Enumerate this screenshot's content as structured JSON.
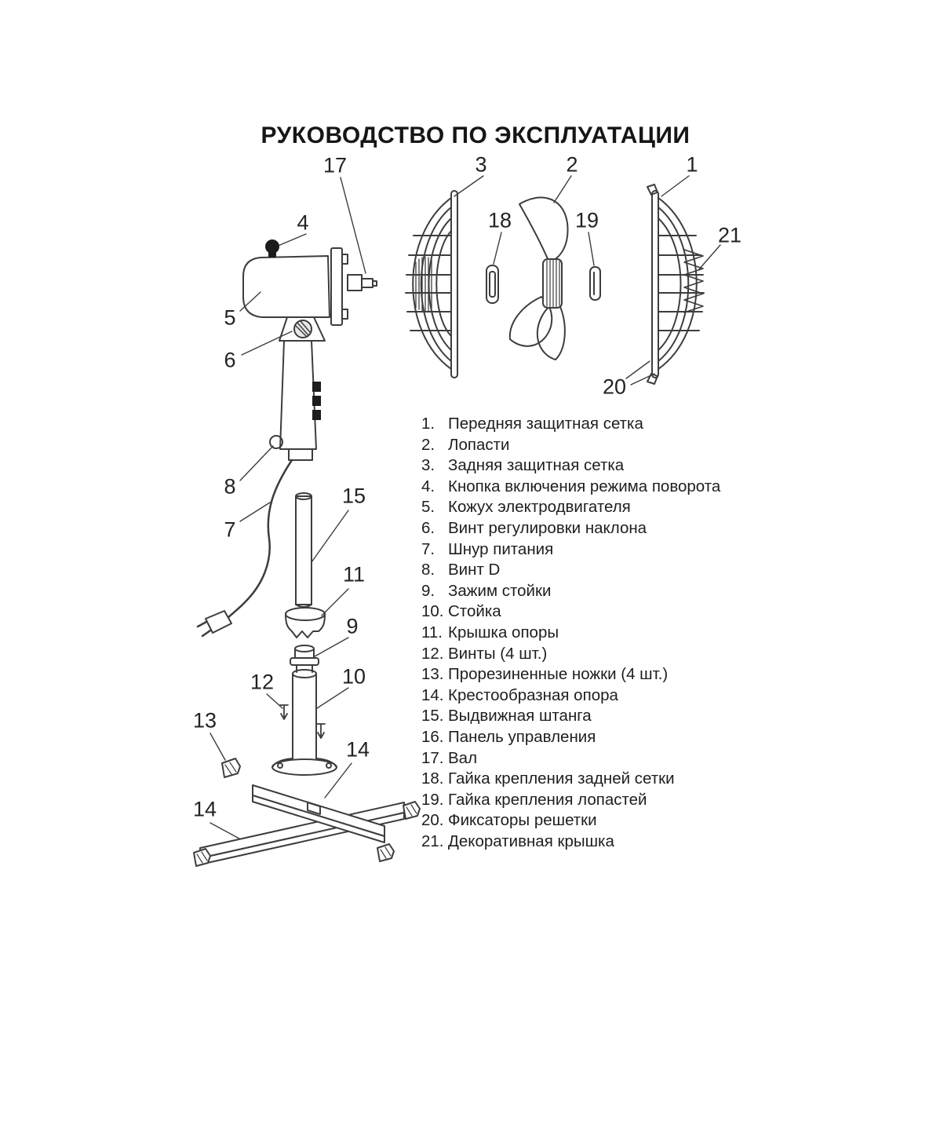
{
  "title": "РУКОВОДСТВО ПО ЭКСПЛУАТАЦИИ",
  "colors": {
    "line": "#3d3d3d",
    "text": "#1e1e1e"
  },
  "callouts": [
    {
      "text": "17"
    },
    {
      "text": "4"
    },
    {
      "text": "5"
    },
    {
      "text": "6"
    },
    {
      "text": "3"
    },
    {
      "text": "2"
    },
    {
      "text": "1"
    },
    {
      "text": "18"
    },
    {
      "text": "19"
    },
    {
      "text": "21"
    },
    {
      "text": "20"
    },
    {
      "text": "8"
    },
    {
      "text": "7"
    },
    {
      "text": "15"
    },
    {
      "text": "11"
    },
    {
      "text": "9"
    },
    {
      "text": "12"
    },
    {
      "text": "10"
    },
    {
      "text": "13"
    },
    {
      "text": "14"
    },
    {
      "text": "14"
    }
  ],
  "legend": [
    {
      "num": "1.",
      "label": "Передняя защитная сетка"
    },
    {
      "num": "2.",
      "label": "Лопасти"
    },
    {
      "num": "3.",
      "label": "Задняя защитная сетка"
    },
    {
      "num": "4.",
      "label": "Кнопка включения режима поворота"
    },
    {
      "num": "5.",
      "label": "Кожух электродвигателя"
    },
    {
      "num": "6.",
      "label": "Винт регулировки наклона"
    },
    {
      "num": "7.",
      "label": "Шнур питания"
    },
    {
      "num": "8.",
      "label": "Винт D"
    },
    {
      "num": "9.",
      "label": "Зажим стойки"
    },
    {
      "num": "10.",
      "label": "Стойка"
    },
    {
      "num": "11.",
      "label": "Крышка опоры"
    },
    {
      "num": "12.",
      "label": "Винты (4 шт.)"
    },
    {
      "num": "13.",
      "label": "Прорезиненные ножки (4 шт.)"
    },
    {
      "num": "14.",
      "label": "Крестообразная опора"
    },
    {
      "num": "15.",
      "label": "Выдвижная штанга"
    },
    {
      "num": "16.",
      "label": "Панель управления"
    },
    {
      "num": "17.",
      "label": "Вал"
    },
    {
      "num": "18.",
      "label": "Гайка крепления задней сетки"
    },
    {
      "num": "19.",
      "label": "Гайка крепления лопастей"
    },
    {
      "num": "20.",
      "label": "Фиксаторы решетки"
    },
    {
      "num": "21.",
      "label": "Декоративная крышка"
    }
  ]
}
